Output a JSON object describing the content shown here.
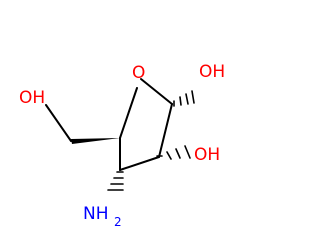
{
  "molecule": {
    "labels": {
      "hydroxymethyl_oh": "OH",
      "ring_oxygen": "O",
      "anomeric_oh": "OH",
      "c2_oh": "OH",
      "amine_n": "NH",
      "amine_subscript": "2"
    },
    "colors": {
      "oxygen": "#ff0000",
      "nitrogen": "#0000ff",
      "bond": "#000000"
    }
  }
}
